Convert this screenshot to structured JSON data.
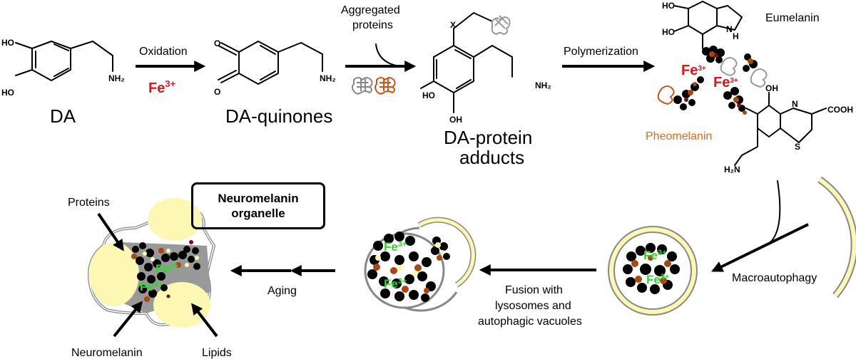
{
  "title": "Neuromelanin\norganelle",
  "molecules": {
    "da": {
      "label": "DA",
      "atoms": [
        "HO",
        "HO",
        "NH₂"
      ]
    },
    "da_quinones": {
      "label": "DA-quinones",
      "atoms": [
        "O",
        "O",
        "NH₂"
      ]
    },
    "da_protein_adducts": {
      "label_line1": "DA-protein",
      "label_line2": "adducts",
      "atoms": [
        "X",
        "HO",
        "OH",
        "NH₂"
      ]
    },
    "eumelanin": {
      "label": "Eumelanin",
      "atoms": [
        "HO",
        "HO",
        "N",
        "H"
      ]
    },
    "pheomelanin": {
      "label": "Pheomelanin",
      "atoms": [
        "OH",
        "N",
        "COOH",
        "S",
        "H₂N"
      ]
    }
  },
  "steps": {
    "oxidation": {
      "label": "Oxidation",
      "catalyst": "Fe",
      "catalyst_sup": "3+"
    },
    "aggregated": {
      "line1": "Aggregated",
      "line2": "proteins"
    },
    "polymerization": {
      "label": "Polymerization"
    },
    "macroautophagy": {
      "label": "Macroautophagy"
    },
    "fusion": {
      "line1": "Fusion with",
      "line2": "lysosomes and",
      "line3": "autophagic vacuoles"
    },
    "aging": {
      "label": "Aging"
    }
  },
  "iron": {
    "symbol": "Fe",
    "charge": "3+"
  },
  "organelle_labels": {
    "proteins": "Proteins",
    "neuromelanin": "Neuromelanin",
    "lipids": "Lipids"
  },
  "colors": {
    "iron_red": "#e3131b",
    "iron_green": "#22e01c",
    "pheomelanin_orange": "#e06a1c",
    "lipid_yellow": "#fdf7b4",
    "melanin_brown": "#a8470f",
    "membrane_gray": "#888888"
  }
}
